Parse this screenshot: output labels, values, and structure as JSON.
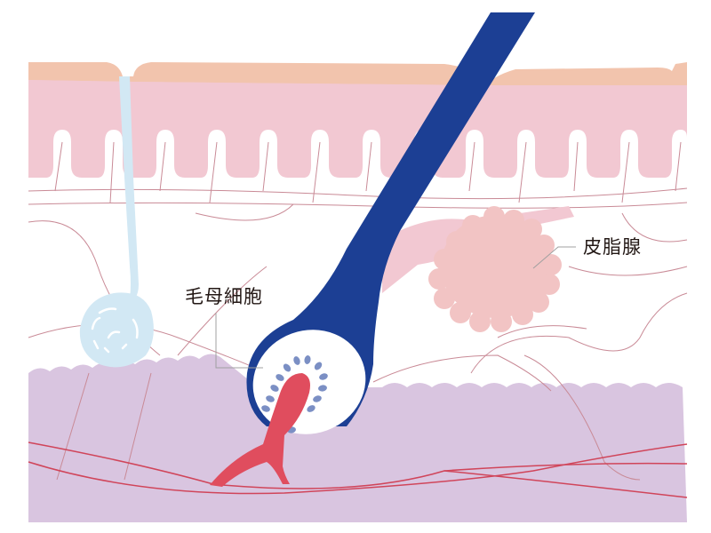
{
  "diagram": {
    "type": "skin-cross-section",
    "labels": {
      "hair_matrix_cells": "毛母細胞",
      "sebaceous_gland": "皮脂腺"
    },
    "layers": [
      {
        "name": "stratum-corneum",
        "color": "#f2c4ad"
      },
      {
        "name": "epidermis",
        "color": "#f2c8d2"
      },
      {
        "name": "dermis",
        "color": "#ffffff"
      },
      {
        "name": "subcutaneous-tissue",
        "color": "#d9c5e0"
      }
    ],
    "colors": {
      "hair_shaft": "#1c3f94",
      "hair_bulb_interior": "#ffffff",
      "dermal_papilla": "#e04d5e",
      "matrix_cells": "#7b8fc4",
      "sebaceous_gland": "#f2c4c4",
      "arrector_duct": "#f2c8d2",
      "sweat_gland": "#d2e8f4",
      "blood_vessels": "#d0455a",
      "fiber_lines": "#c98a96",
      "leader_lines": "#a0a0a0"
    }
  }
}
